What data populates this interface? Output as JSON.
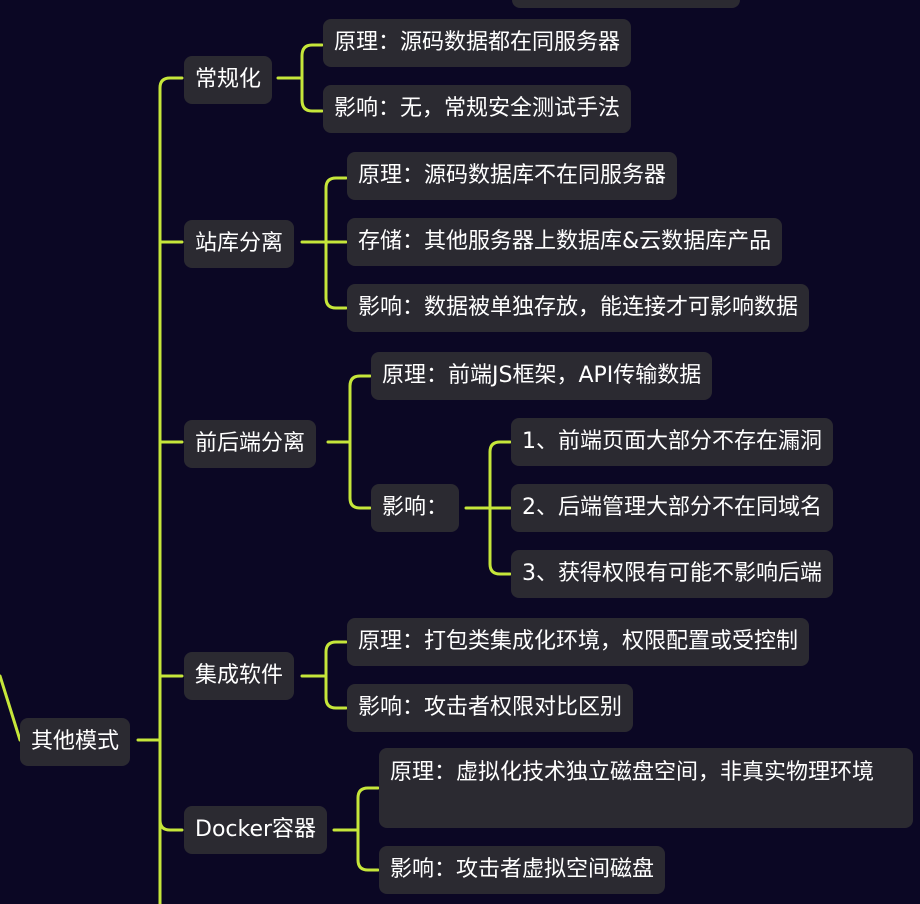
{
  "colors": {
    "background": "#0b0724",
    "node": "#2b2a31",
    "link": "#c6e63a",
    "text": "#ffffff"
  },
  "root": {
    "label": "其他模式"
  },
  "branches": [
    {
      "label": "常规化",
      "children": [
        {
          "label": "原理：源码数据都在同服务器"
        },
        {
          "label": "影响：无，常规安全测试手法"
        }
      ]
    },
    {
      "label": "站库分离",
      "children": [
        {
          "label": "原理：源码数据库不在同服务器"
        },
        {
          "label": "存储：其他服务器上数据库&云数据库产品"
        },
        {
          "label": "影响：数据被单独存放，能连接才可影响数据"
        }
      ]
    },
    {
      "label": "前后端分离",
      "children": [
        {
          "label": "原理：前端JS框架，API传输数据"
        },
        {
          "label": "影响：",
          "children": [
            {
              "label": "1、前端页面大部分不存在漏洞"
            },
            {
              "label": "2、后端管理大部分不在同域名"
            },
            {
              "label": "3、获得权限有可能不影响后端"
            }
          ]
        }
      ]
    },
    {
      "label": "集成软件",
      "children": [
        {
          "label": "原理：打包类集成化环境，权限配置或受控制"
        },
        {
          "label": "影响：攻击者权限对比区别"
        }
      ]
    },
    {
      "label": "Docker容器",
      "children": [
        {
          "label": "原理：虚拟化技术独立磁盘空间，非真实物理环境"
        },
        {
          "label": "影响：攻击者虚拟空间磁盘"
        }
      ]
    }
  ]
}
